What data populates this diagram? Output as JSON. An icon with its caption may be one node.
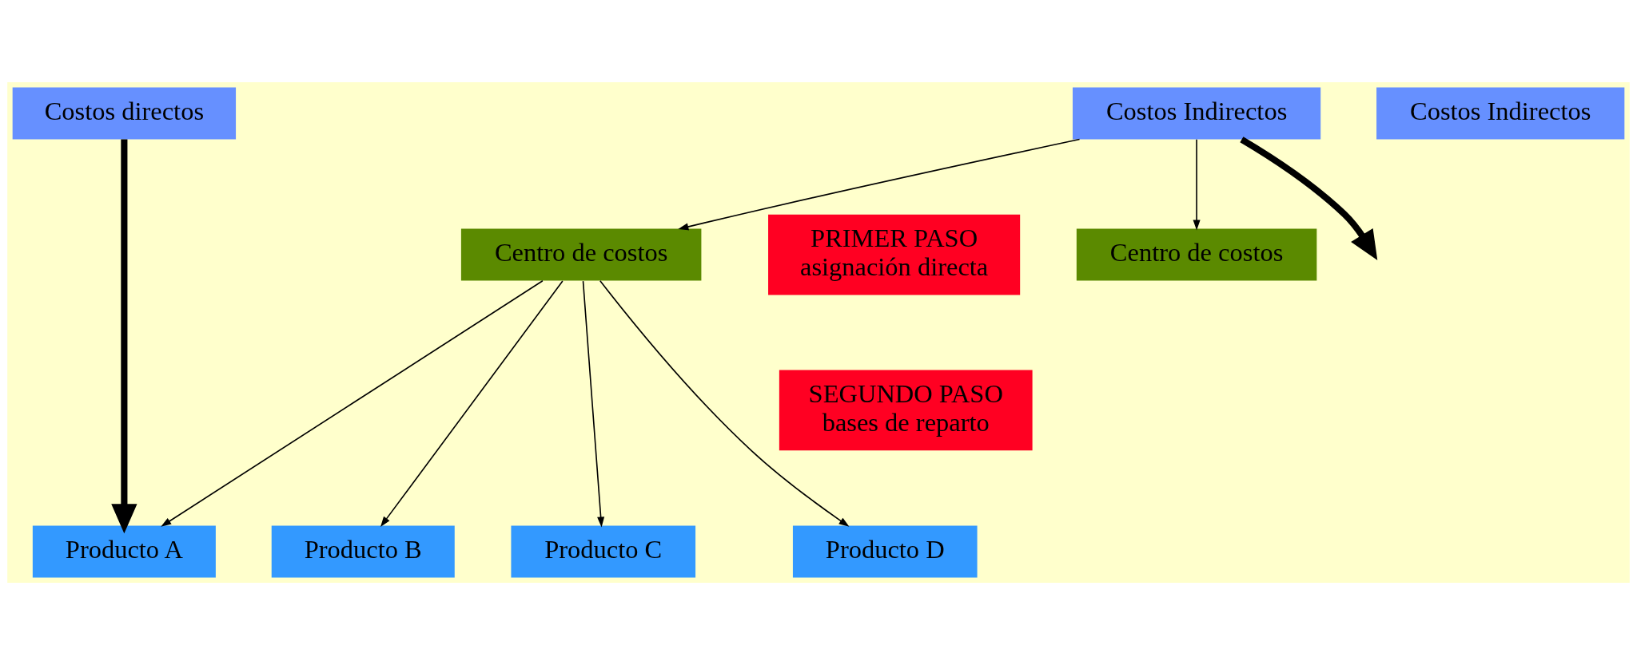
{
  "diagram": {
    "nodes": [
      {
        "text": [
          "Costos directos"
        ]
      },
      {
        "text": [
          "Costos Indirectos"
        ]
      },
      {
        "text": [
          "Costos Indirectos"
        ]
      },
      {
        "text": [
          "PRIMER PASO",
          "asignación directa"
        ]
      },
      {
        "text": [
          "SEGUNDO PASO",
          "bases de reparto"
        ]
      },
      {
        "text": [
          "Centro de costos"
        ]
      },
      {
        "text": [
          "Centro de costos"
        ]
      },
      {
        "text": [
          "Producto A"
        ]
      },
      {
        "text": [
          "Producto B"
        ]
      },
      {
        "text": [
          "Producto C"
        ]
      },
      {
        "text": [
          "Producto D"
        ]
      }
    ],
    "edges": [
      {
        "from": 1,
        "to": 5,
        "arrow": "to"
      },
      {
        "from": 1,
        "to": 6,
        "arrow": "to"
      },
      {
        "from": 5,
        "to": 7,
        "arrow": "to"
      },
      {
        "from": 5,
        "to": 8,
        "arrow": "to"
      },
      {
        "from": 5,
        "to": 9,
        "arrow": "to"
      },
      {
        "from": 5,
        "to": 10,
        "arrow": "to"
      },
      {
        "from": 0,
        "to": 7,
        "arrow": "to",
        "style": "thick"
      },
      {
        "from": 1,
        "to": null,
        "arrow": "to",
        "style": "thick"
      }
    ]
  }
}
